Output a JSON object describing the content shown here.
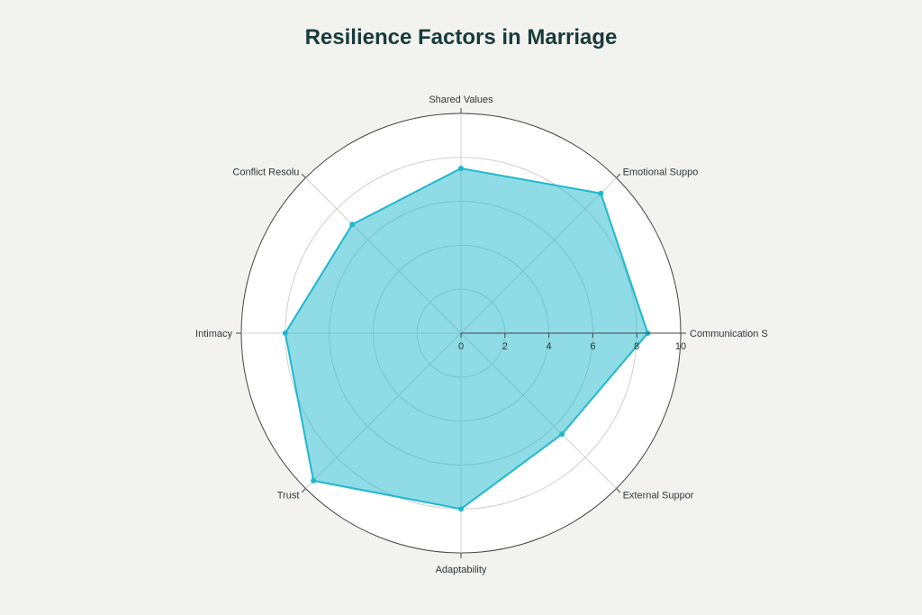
{
  "chart_data": {
    "type": "radar",
    "title": "Resilience Factors in Marriage",
    "categories": [
      "Communication S",
      "Emotional Suppo",
      "Shared Values",
      "Conflict Resolu",
      "Intimacy",
      "Trust",
      "Adaptability",
      "External Suppor"
    ],
    "values": [
      8.5,
      9.0,
      7.5,
      7.0,
      8.0,
      9.5,
      8.0,
      6.5
    ],
    "radial_range": [
      0,
      10
    ],
    "radial_ticks": [
      "0",
      "2",
      "4",
      "6",
      "8",
      "10"
    ],
    "grid": true,
    "legend": "none",
    "colors": {
      "fill": "#1fb8cd",
      "line": "#1fb8cd",
      "background": "#f2f2ee",
      "plot_bg": "#ffffff"
    }
  }
}
